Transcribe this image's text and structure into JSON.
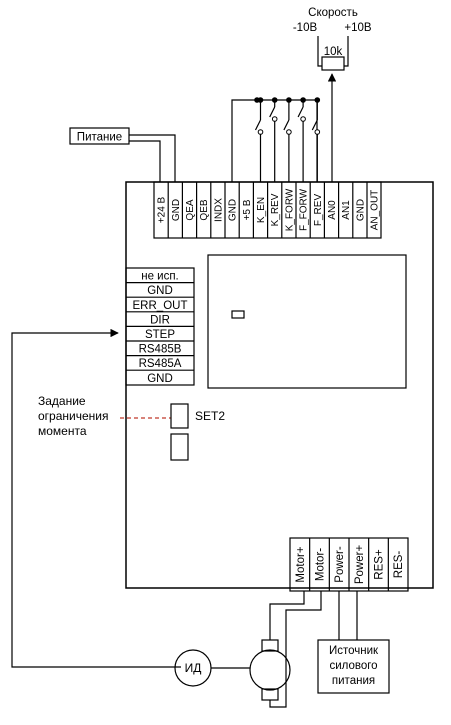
{
  "speed": {
    "title": "Скорость",
    "minus": "-10В",
    "plus": "+10В",
    "pot": "10k"
  },
  "power_label": "Питание",
  "top_pins": [
    "+24 В",
    "GND",
    "QEA",
    "QEB",
    "INDX",
    "GND",
    "+5 В",
    "K_EN",
    "K_REV",
    "K_FORW",
    "F_FORW",
    "F_REV",
    "AN0",
    "AN1",
    "GND",
    "AN_OUT"
  ],
  "left_pins": [
    "не исп.",
    "GND",
    "ERR_OUT",
    "DIR",
    "STEP",
    "RS485B",
    "RS485A",
    "GND"
  ],
  "torque_label": [
    "Задание",
    "ограничения",
    "момента"
  ],
  "set2": "SET2",
  "bottom_pins": [
    "Motor+",
    "Motor-",
    "Power-",
    "Power+",
    "RES+",
    "RES-"
  ],
  "encoder": "ИД",
  "supply_label": [
    "Источник",
    "силового",
    "питания"
  ]
}
